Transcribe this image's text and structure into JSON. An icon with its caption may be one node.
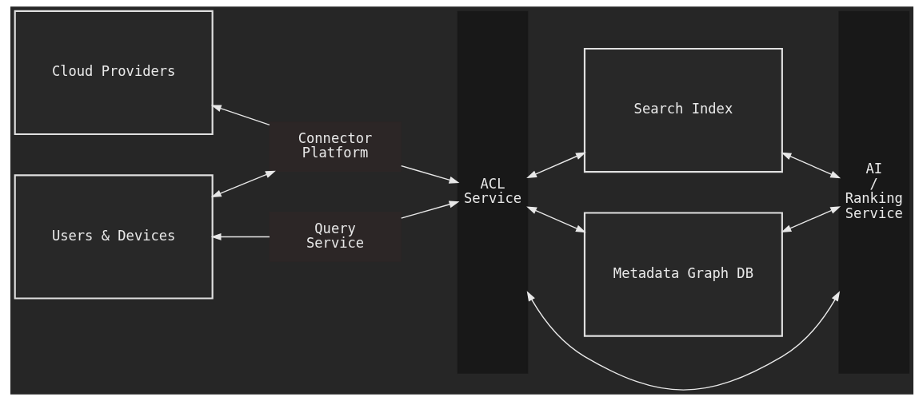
{
  "diagram": {
    "nodes": [
      {
        "text": [
          "Cloud Providers"
        ]
      },
      {
        "text": [
          "Connector Platform"
        ]
      },
      {
        "text": [
          "Users & Devices"
        ]
      },
      {
        "text": [
          "Query Service"
        ]
      },
      {
        "text": [
          "ACL Service"
        ]
      },
      {
        "text": [
          "Search Index"
        ]
      },
      {
        "text": [
          "Metadata Graph DB"
        ]
      },
      {
        "text": [
          "AI / Ranking Service"
        ]
      }
    ],
    "edges": [
      {
        "from": 1,
        "to": 0,
        "arrow": "to"
      },
      {
        "from": 1,
        "to": 4,
        "arrow": "to"
      },
      {
        "from": 1,
        "to": 2,
        "arrow": "both"
      },
      {
        "from": 3,
        "to": 2,
        "arrow": "to"
      },
      {
        "from": 3,
        "to": 4,
        "arrow": "to"
      },
      {
        "from": 4,
        "to": 5,
        "arrow": "both"
      },
      {
        "from": 5,
        "to": 7,
        "arrow": "both"
      },
      {
        "from": 4,
        "to": 7,
        "arrow": "both"
      },
      {
        "from": 4,
        "to": 6,
        "arrow": "both"
      },
      {
        "from": 6,
        "to": 7,
        "arrow": "both"
      }
    ]
  }
}
